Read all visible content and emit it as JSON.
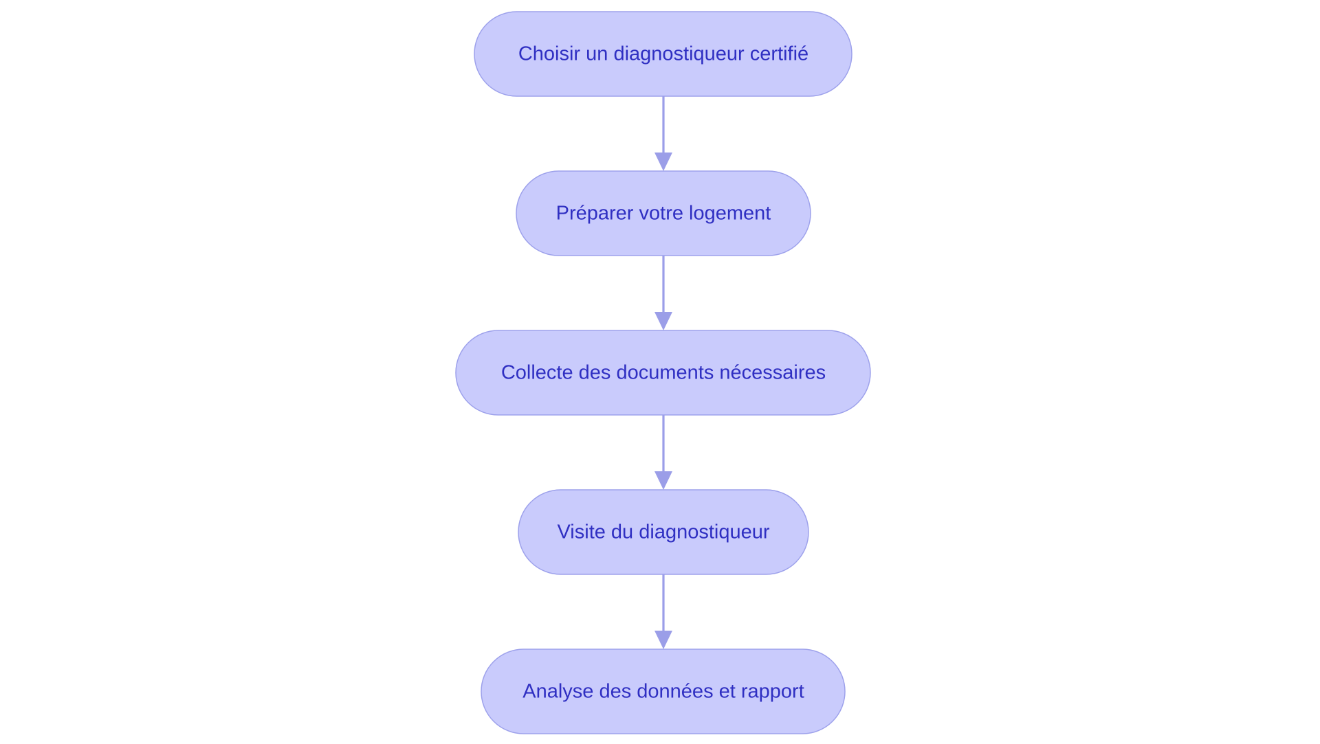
{
  "diagram": {
    "type": "flowchart",
    "direction": "top-to-bottom",
    "colors": {
      "node_fill": "#c9cbfc",
      "node_stroke": "#9da1eb",
      "node_text": "#2f2fc2",
      "edge": "#9b9ee8",
      "background": "#ffffff"
    },
    "nodes": [
      {
        "id": "step-1",
        "label": "Choisir un diagnostiqueur certifié"
      },
      {
        "id": "step-2",
        "label": "Préparer votre logement"
      },
      {
        "id": "step-3",
        "label": "Collecte des documents nécessaires"
      },
      {
        "id": "step-4",
        "label": "Visite du diagnostiqueur"
      },
      {
        "id": "step-5",
        "label": "Analyse des données et rapport"
      }
    ],
    "edges": [
      {
        "from": "step-1",
        "to": "step-2"
      },
      {
        "from": "step-2",
        "to": "step-3"
      },
      {
        "from": "step-3",
        "to": "step-4"
      },
      {
        "from": "step-4",
        "to": "step-5"
      }
    ]
  }
}
